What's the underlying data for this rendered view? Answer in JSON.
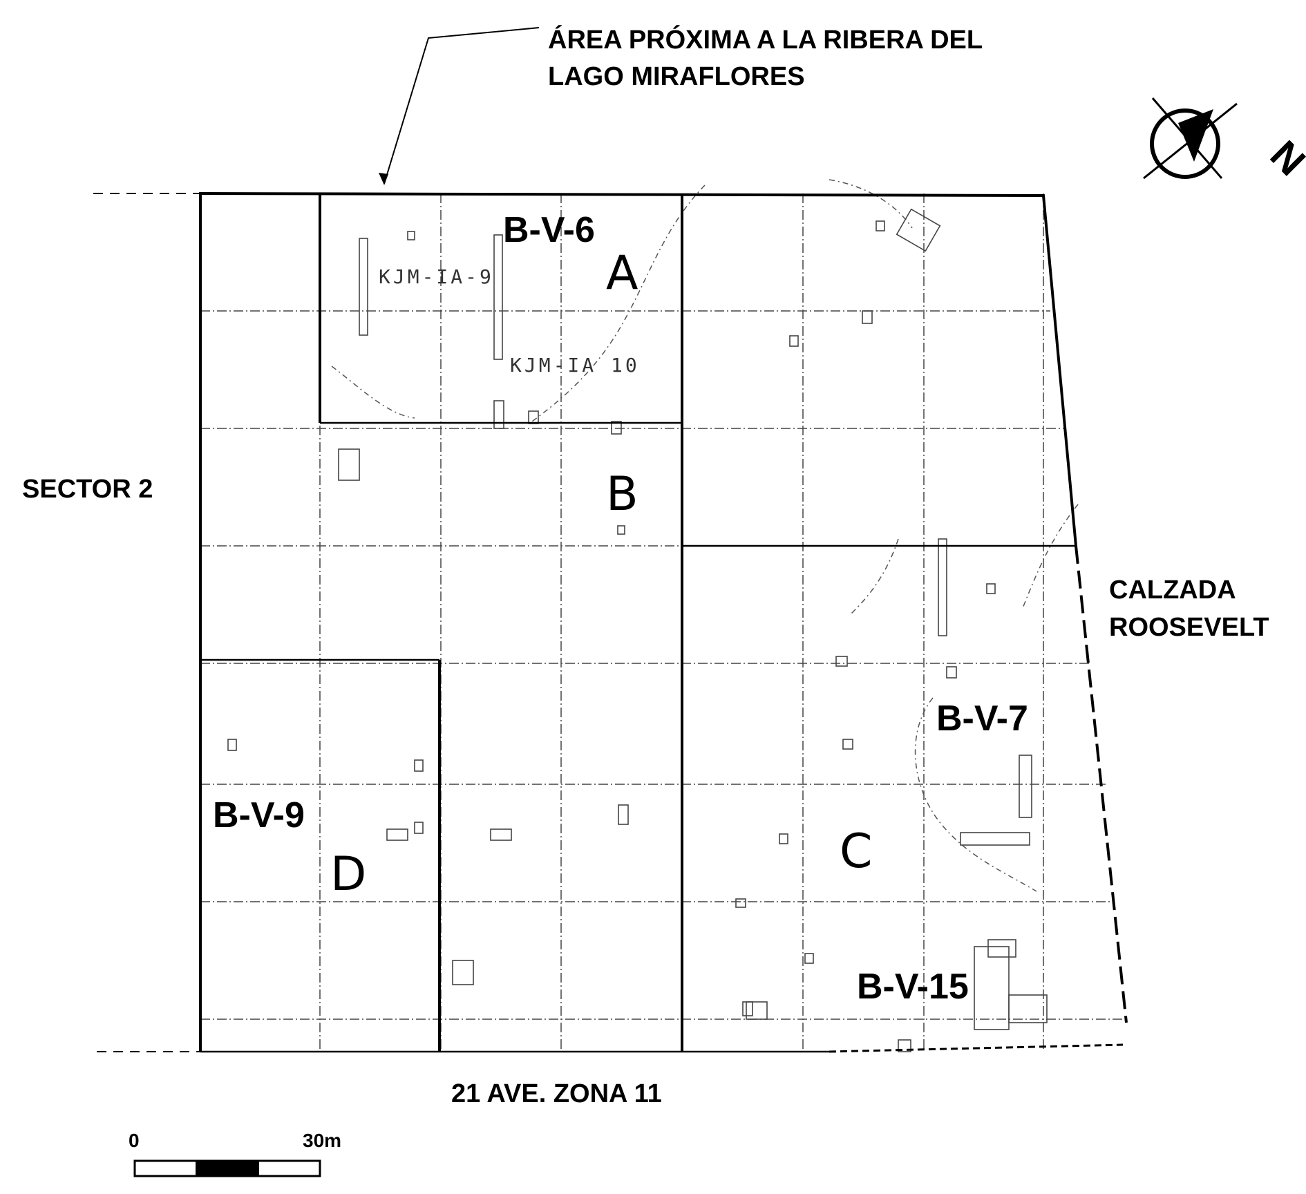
{
  "labels": {
    "top_area_line1": "ÁREA PRÓXIMA A LA RIBERA DEL",
    "top_area_line2": "LAGO MIRAFLORES",
    "west": "SECTOR 2",
    "east_line1": "CALZADA",
    "east_line2": "ROOSEVELT",
    "south": "21 AVE. ZONA 11"
  },
  "mounds": {
    "bv6": "B-V-6",
    "bv7": "B-V-7",
    "bv9": "B-V-9",
    "bv15": "B-V-15"
  },
  "zones": {
    "a": "A",
    "b": "B",
    "c": "C",
    "d": "D"
  },
  "sites": {
    "kjm9": "KJM-IA-9",
    "kjm10": "KJM-IA 10"
  },
  "scale_bar": {
    "start": "0",
    "end": "30m",
    "length_m": 30
  },
  "north_arrow": {
    "letter": "N"
  }
}
